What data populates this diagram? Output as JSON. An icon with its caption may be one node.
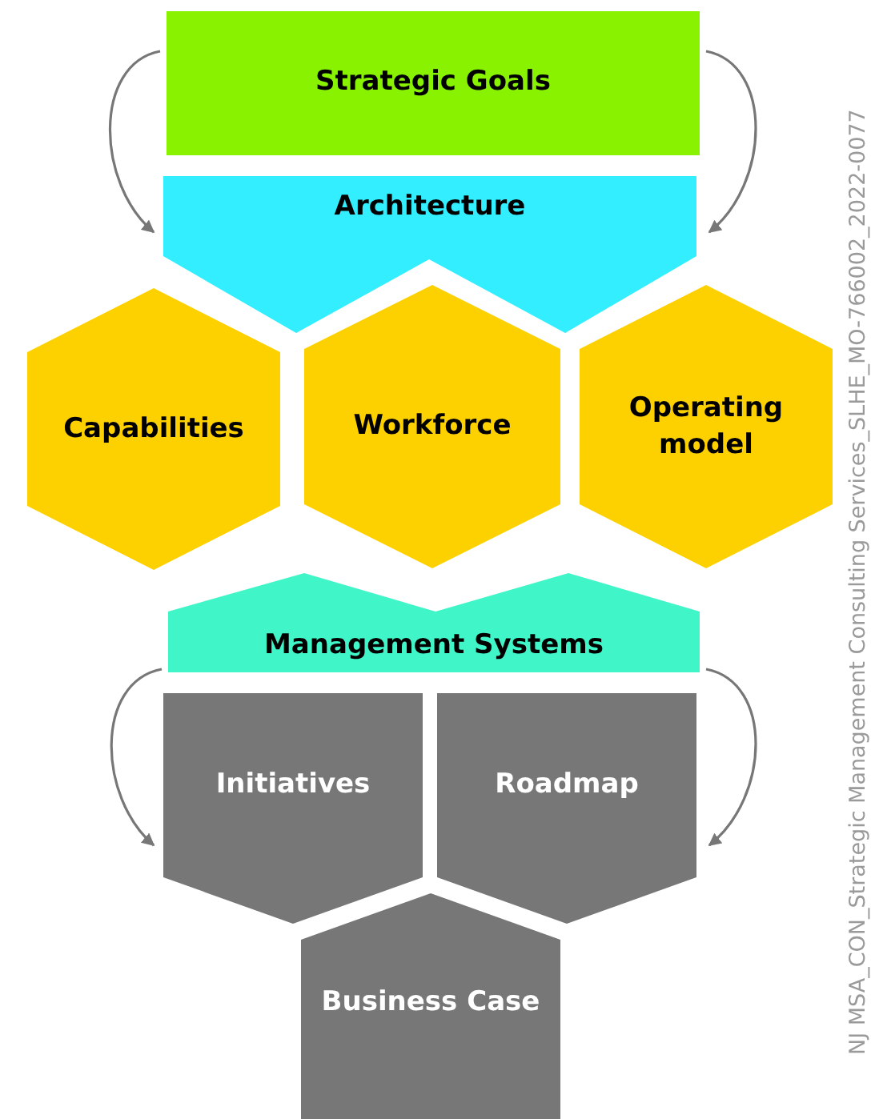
{
  "diagram": {
    "nodes": [
      {
        "text": [
          "Strategic Goals"
        ]
      },
      {
        "text": [
          "Architecture"
        ]
      },
      {
        "text": [
          "Capabilities"
        ]
      },
      {
        "text": [
          "Workforce"
        ]
      },
      {
        "text": [
          "Operating model"
        ]
      },
      {
        "text": [
          "Management Systems"
        ]
      },
      {
        "text": [
          "Initiatives"
        ]
      },
      {
        "text": [
          "Roadmap"
        ]
      },
      {
        "text": [
          "Business Case"
        ]
      }
    ],
    "edges": [
      {
        "from": 0,
        "to": 1,
        "arrow": "to"
      },
      {
        "from": 0,
        "to": 1,
        "arrow": "to"
      },
      {
        "from": 5,
        "to": 6,
        "arrow": "to"
      },
      {
        "from": 5,
        "to": 7,
        "arrow": "to"
      }
    ],
    "labels": [
      "NJ MSA_CON_Strategic Management Consulting Services_SLHE_MO-766002_2022-0077"
    ]
  }
}
